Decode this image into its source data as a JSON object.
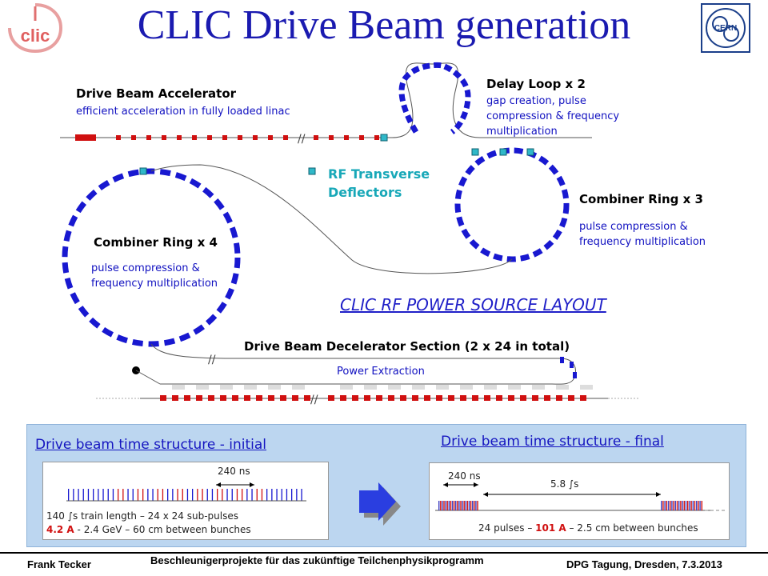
{
  "title": "CLIC Drive Beam generation",
  "logos": {
    "clic": "CLIC",
    "cern": "CERN"
  },
  "labels": {
    "dba_title": "Drive Beam Accelerator",
    "dba_sub": "efficient acceleration in fully loaded linac",
    "delay_title": "Delay Loop x 2",
    "delay_sub1": "gap creation, pulse",
    "delay_sub2": "compression & frequency",
    "delay_sub3": "multiplication",
    "rf_line1": "RF Transverse",
    "rf_line2": "Deflectors",
    "cr3_title": "Combiner Ring x 3",
    "cr3_sub1": "pulse compression &",
    "cr3_sub2": "frequency multiplication",
    "cr4_title": "Combiner Ring x 4",
    "cr4_sub1": "pulse compression &",
    "cr4_sub2": "frequency multiplication",
    "layout_title": "CLIC RF POWER SOURCE LAYOUT",
    "decel_title": "Drive Beam Decelerator Section (2 x 24 in total)",
    "power_extraction": "Power Extraction"
  },
  "time_structure": {
    "initial_title": "Drive beam time structure - initial",
    "initial_spacing": "240 ns",
    "initial_line1": "140 ∫s train length – 24 x 24 sub-pulses",
    "initial_line2_current": "4.2 A",
    "initial_line2_rest": " - 2.4 GeV – 60 cm between bunches",
    "final_title": "Drive beam time structure - final",
    "final_spacing": "240 ns",
    "final_period": "5.8 ∫s",
    "final_line_a": "24 pulses – ",
    "final_line_current": "101 A",
    "final_line_b": " – 2.5 cm between bunches"
  },
  "footer": {
    "left": "Frank Tecker",
    "center": "Beschleunigerprojekte für das zukünftige Teilchenphysikprogramm",
    "right": "DPG Tagung, Dresden, 7.3.2013"
  },
  "colors": {
    "title": "#1a1ab0",
    "magnet": "#1818d0",
    "cavity": "#d01010",
    "deflector": "#30b8c8",
    "panel": "#bcd6f0"
  }
}
